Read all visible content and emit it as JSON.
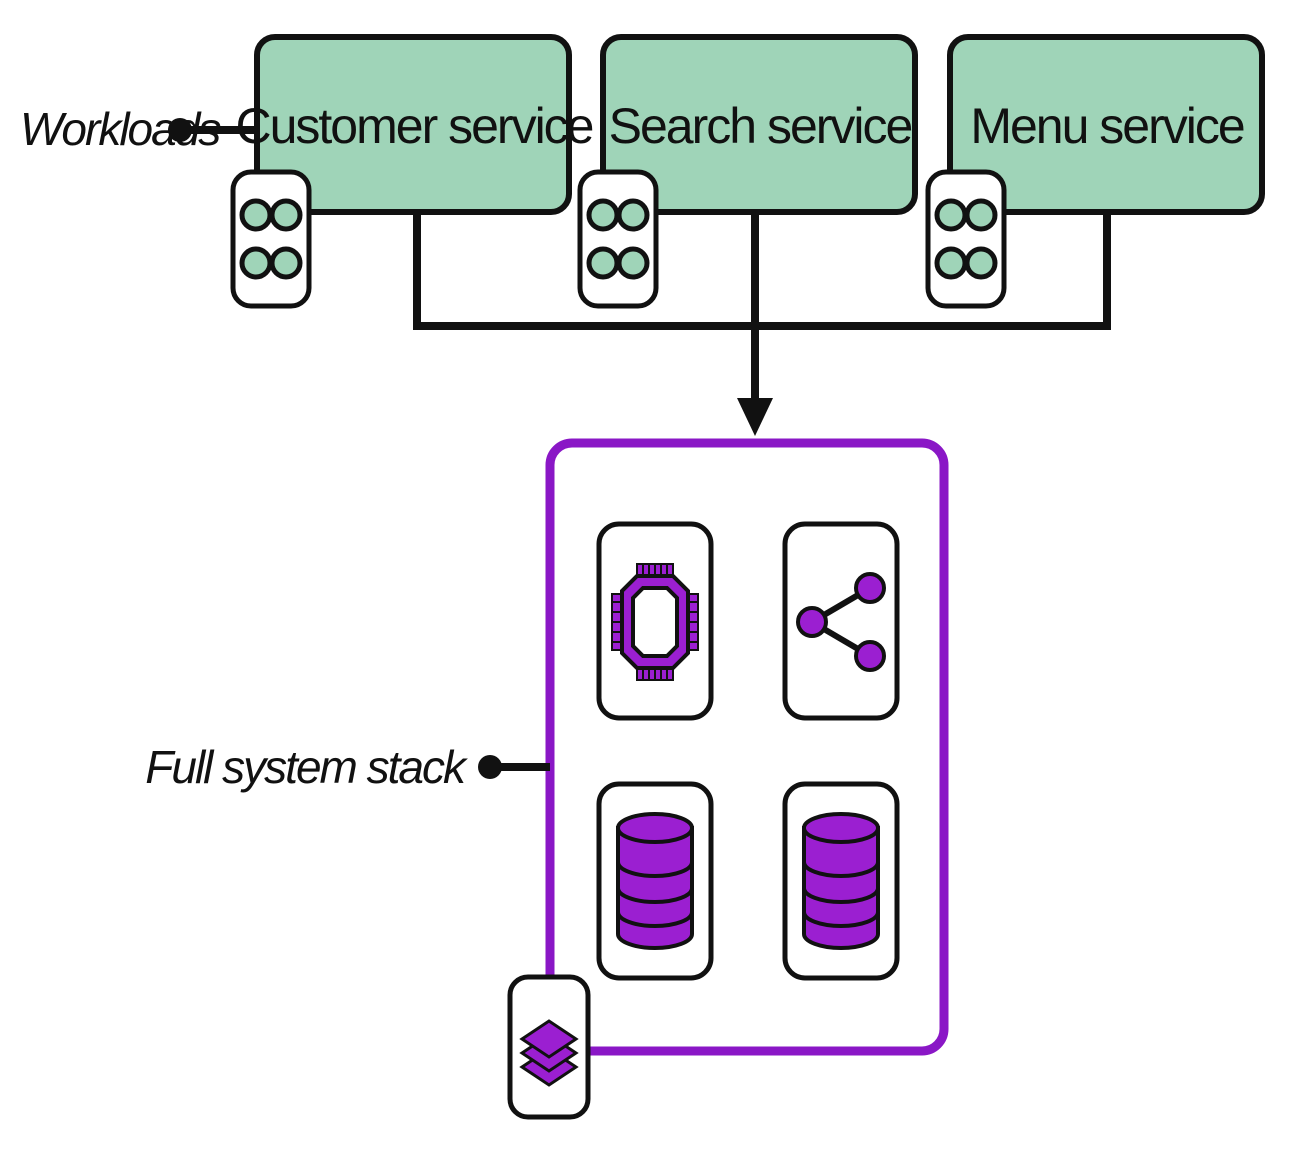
{
  "workloads": {
    "label": "Workloads",
    "services": [
      {
        "label": "Customer service",
        "icon": "pod-icon"
      },
      {
        "label": "Search service",
        "icon": "pod-icon"
      },
      {
        "label": "Menu service",
        "icon": "pod-icon"
      }
    ]
  },
  "stack": {
    "label": "Full system stack",
    "components": [
      {
        "icon": "cpu-chip-icon"
      },
      {
        "icon": "network-share-icon"
      },
      {
        "icon": "database-icon"
      },
      {
        "icon": "database-icon"
      }
    ],
    "badge_icon": "layers-icon"
  },
  "colors": {
    "service_fill": "#9fd4b8",
    "stack_border": "#8a17c6",
    "stack_icon_fill": "#9b1fd1",
    "stroke": "#111111"
  }
}
